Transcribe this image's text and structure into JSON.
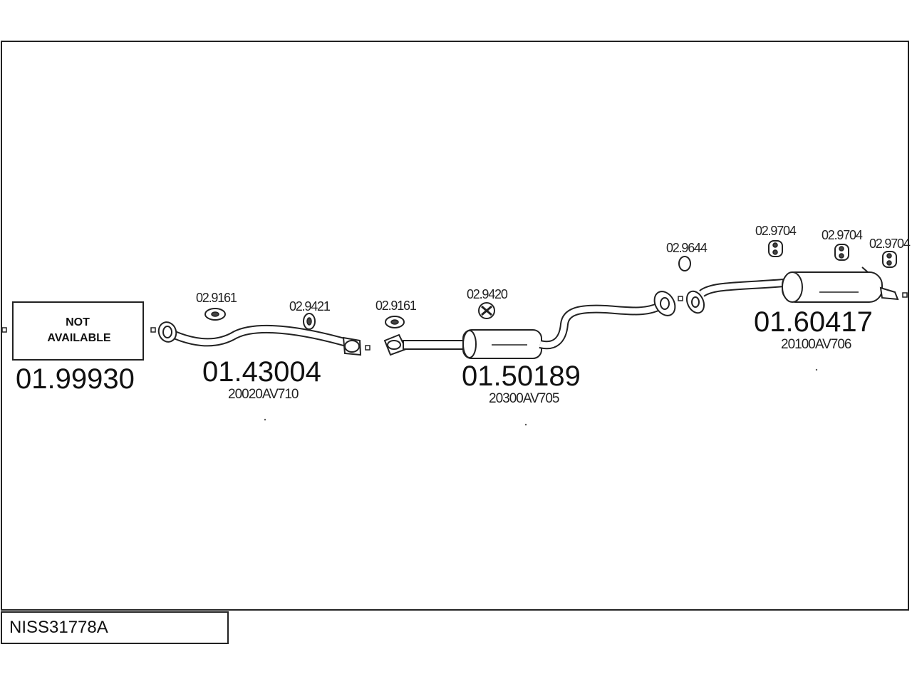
{
  "diagram_code": "NISS31778A",
  "not_available": {
    "line1": "NOT",
    "line2": "AVAILABLE"
  },
  "parts": {
    "front": {
      "number": "01.99930"
    },
    "front_pipe": {
      "number": "01.43004",
      "oem": "20020AV710"
    },
    "center": {
      "number": "01.50189",
      "oem": "20300AV705"
    },
    "rear": {
      "number": "01.60417",
      "oem": "20100AV706"
    }
  },
  "fittings": {
    "f1": "02.9161",
    "f2": "02.9421",
    "f3": "02.9161",
    "f4": "02.9420",
    "f5": "02.9644",
    "f6": "02.9704",
    "f7": "02.9704",
    "f8": "02.9704"
  }
}
